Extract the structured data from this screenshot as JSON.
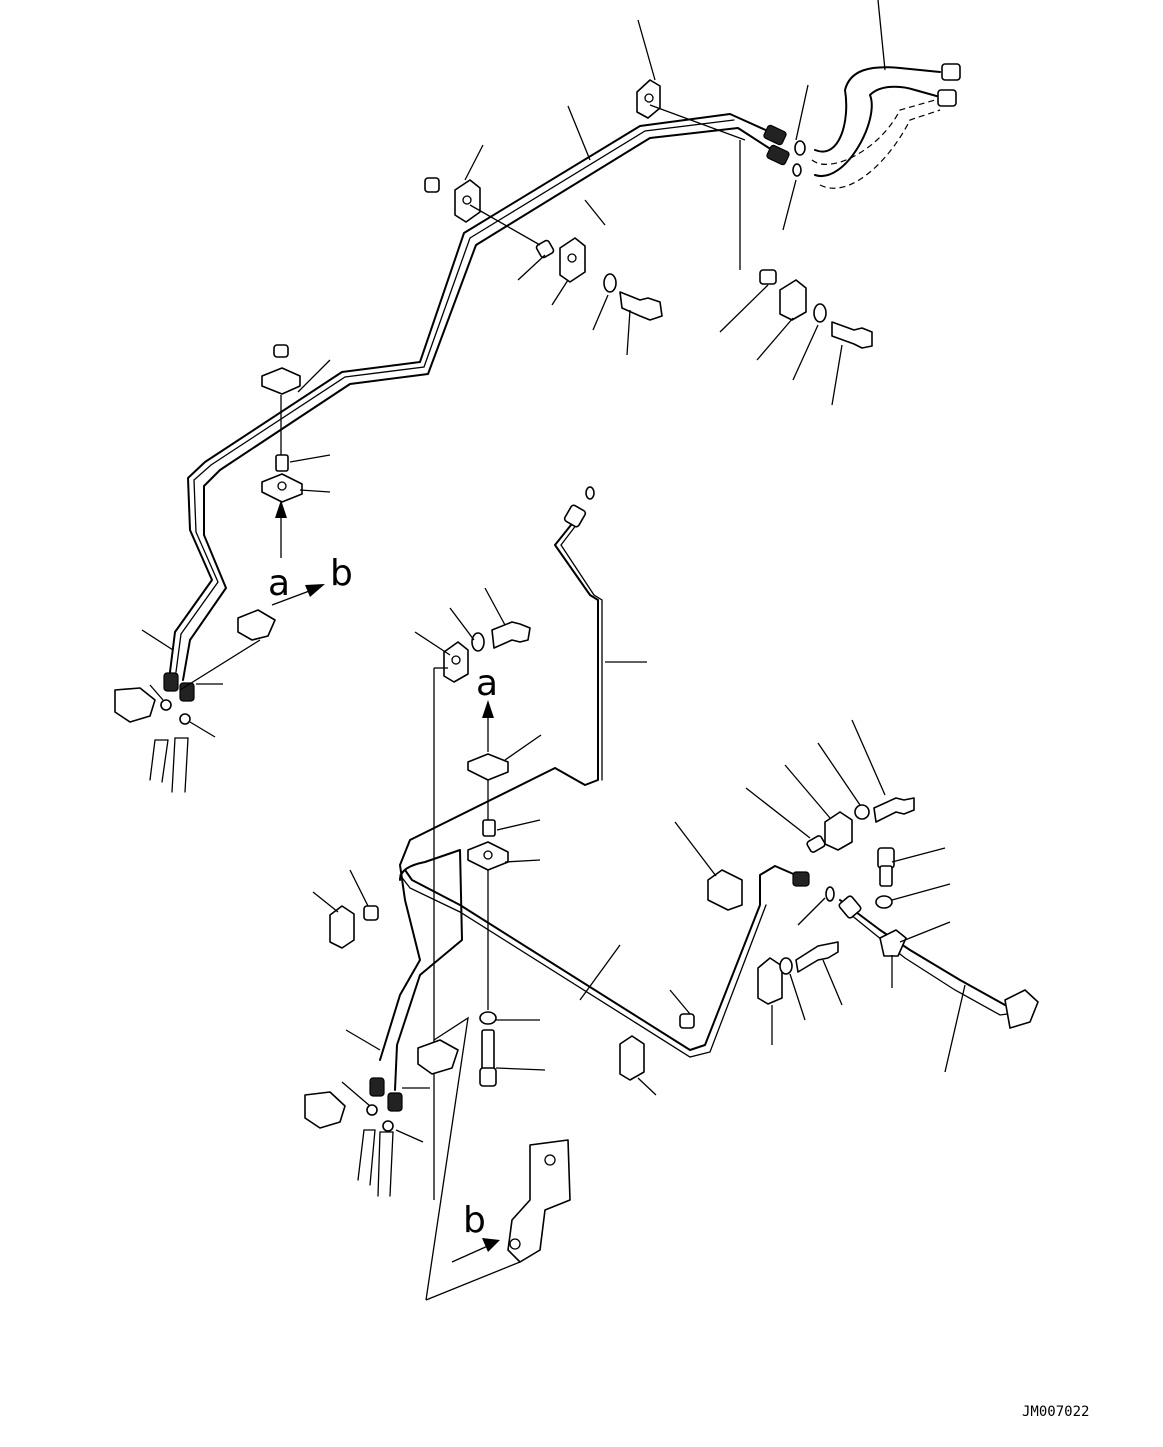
{
  "view_labels": {
    "upper_a": "a",
    "upper_b": "b",
    "middle_a": "a",
    "lower_b": "b"
  },
  "drawing_code": "JM007022"
}
